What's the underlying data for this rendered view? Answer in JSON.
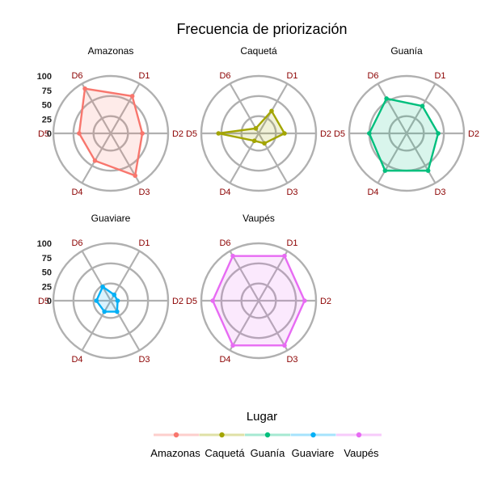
{
  "title": "Frecuencia de priorización",
  "legend": {
    "title": "Lugar",
    "position": "bottom"
  },
  "chart_data": {
    "type": "radar",
    "title": "Frecuencia de priorización",
    "axes": [
      "D1",
      "D2",
      "D3",
      "D4",
      "D5",
      "D6"
    ],
    "rlim": [
      0,
      100
    ],
    "rticks": [
      "0",
      "25",
      "50",
      "75",
      "100"
    ],
    "grid": true,
    "series": [
      {
        "name": "Amazonas",
        "color": "#F8766D",
        "values": [
          75,
          55,
          85,
          55,
          55,
          90
        ]
      },
      {
        "name": "Caquetá",
        "color": "#A3A500",
        "values": [
          45,
          45,
          20,
          15,
          70,
          10
        ]
      },
      {
        "name": "Guanía",
        "color": "#00BF7D",
        "values": [
          55,
          55,
          75,
          75,
          65,
          70
        ]
      },
      {
        "name": "Guaviare",
        "color": "#00B0F6",
        "values": [
          12,
          12,
          22,
          22,
          25,
          28
        ]
      },
      {
        "name": "Vaupés",
        "color": "#E76BF3",
        "values": [
          90,
          80,
          90,
          90,
          80,
          90
        ]
      }
    ]
  }
}
